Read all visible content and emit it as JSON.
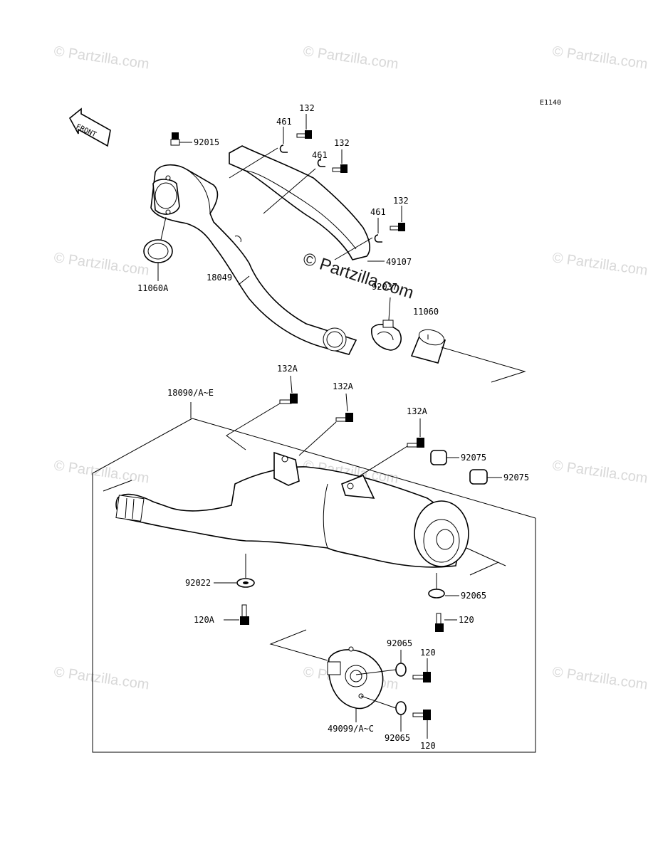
{
  "diagram_code": "E1140",
  "front_label": "FRONT",
  "watermark": "© Partzilla.com",
  "parts": {
    "p92015": "92015",
    "p461a": "461",
    "p132a": "132",
    "p461b": "461",
    "p132b": "132",
    "p461c": "461",
    "p132c": "132",
    "p49107": "49107",
    "p92037": "92037",
    "p11060": "11060",
    "p11060A": "11060A",
    "p18049": "18049",
    "p18090": "18090/A~E",
    "p132A1": "132A",
    "p132A2": "132A",
    "p132A3": "132A",
    "p92075a": "92075",
    "p92075b": "92075",
    "p92022": "92022",
    "p92065a": "92065",
    "p120A": "120A",
    "p120a": "120",
    "p92065b": "92065",
    "p120b": "120",
    "p49099": "49099/A~C",
    "p92065c": "92065",
    "p120c": "120"
  }
}
